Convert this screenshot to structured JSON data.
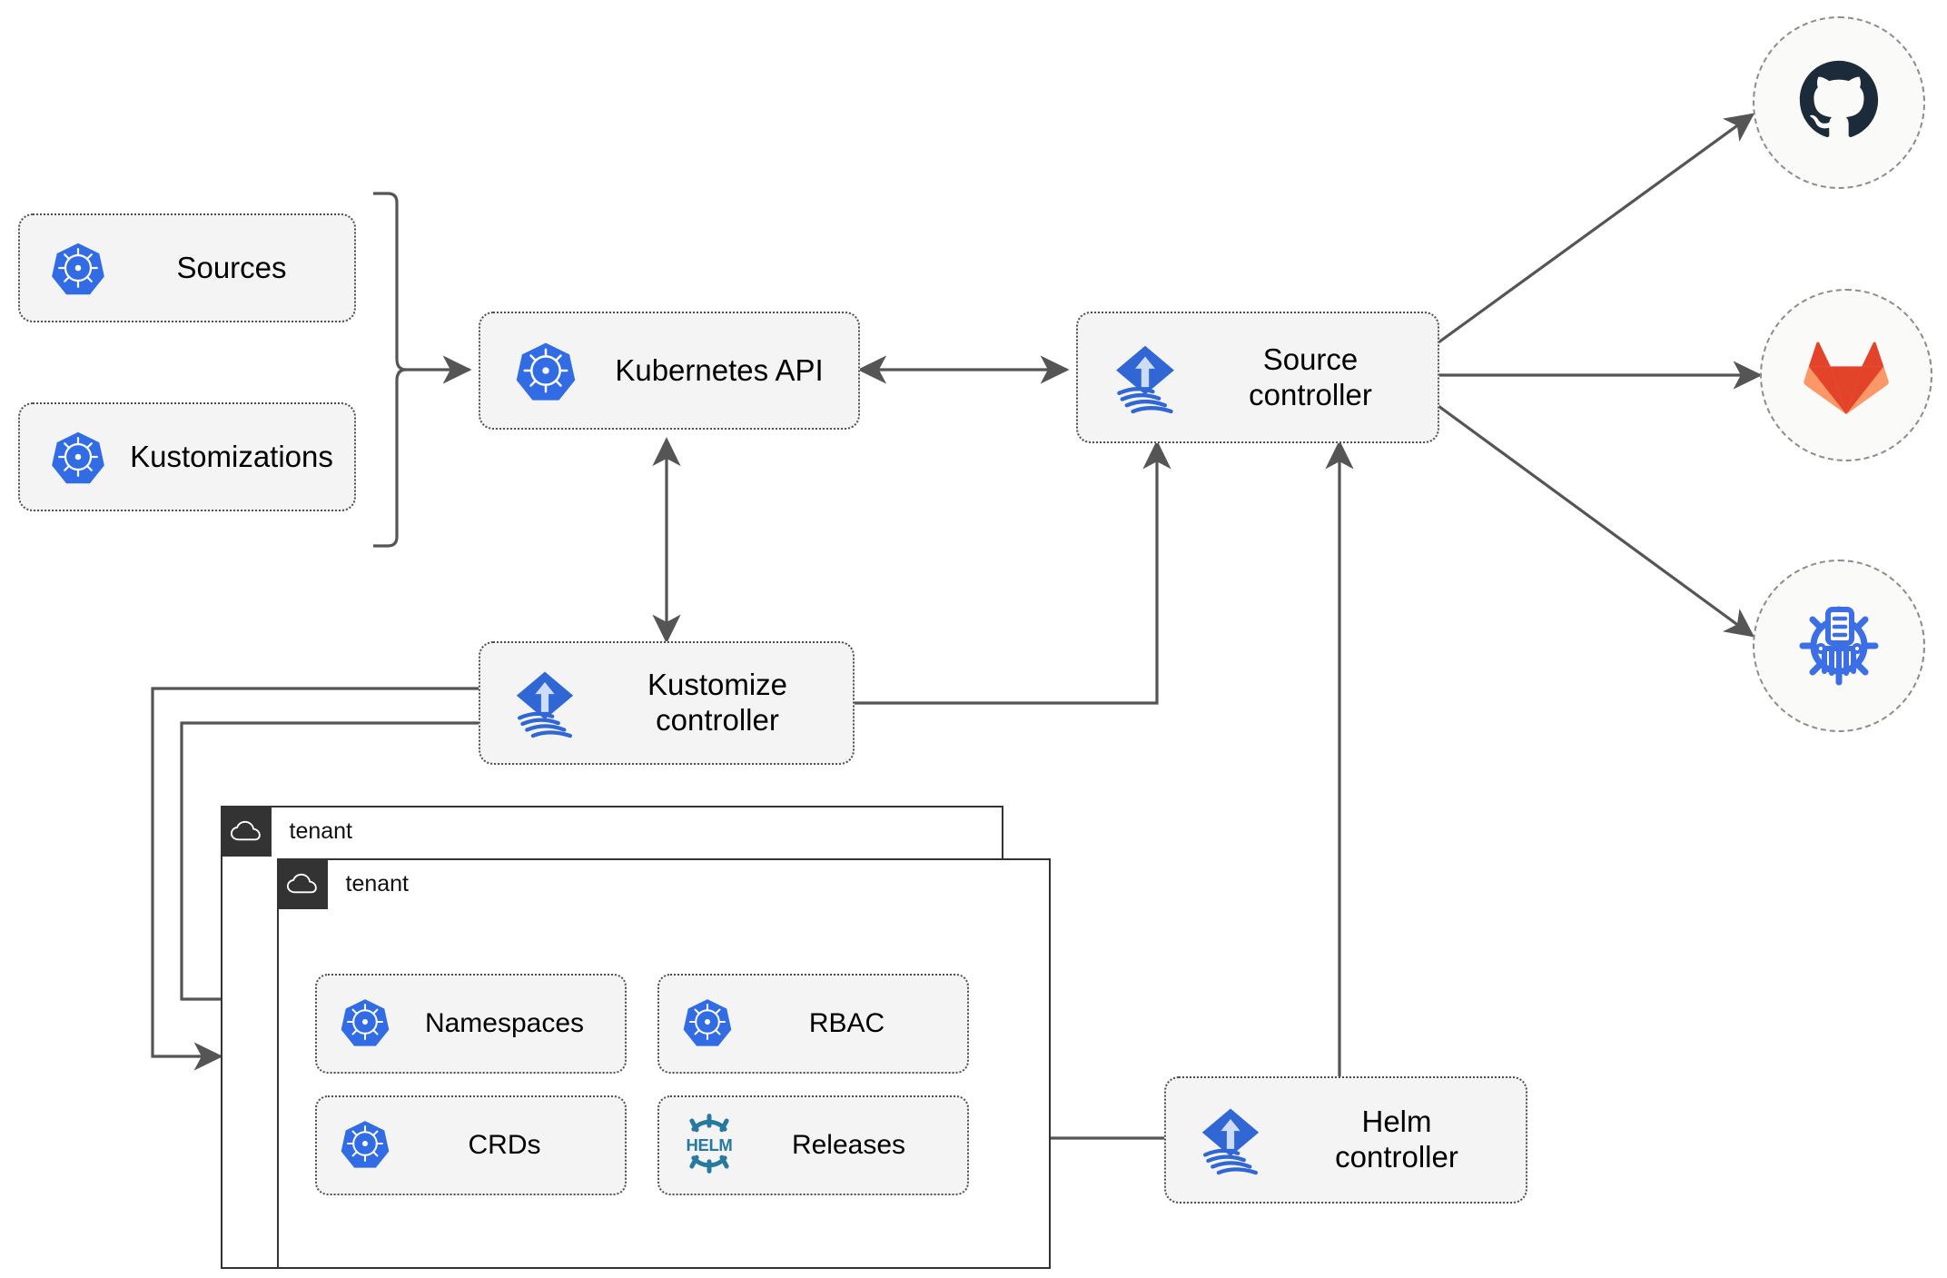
{
  "diagram": {
    "title": "Flux GitOps multi-tenancy architecture",
    "colors": {
      "kubernetes_blue": "#326CE5",
      "flux_blue": "#3067d4",
      "helm_teal": "#277A9F",
      "github_dark": "#1B2B3A",
      "gitlab_orange": "#E24329",
      "gitlab_light_orange": "#FC9867",
      "helm_repo_blue": "#3C6EE6",
      "edge_gray": "#555555",
      "card_bg": "#f4f4f4",
      "card_border": "#4d4d4d",
      "tenant_header_bg": "#333333"
    }
  },
  "inputs": [
    {
      "label": "Sources",
      "icon": "kubernetes-icon"
    },
    {
      "label": "Kustomizations",
      "icon": "kubernetes-icon"
    }
  ],
  "nodes": {
    "kubernetes_api": {
      "label": "Kubernetes API",
      "icon": "kubernetes-icon"
    },
    "source_controller": {
      "label": "Source\ncontroller",
      "icon": "flux-icon"
    },
    "kustomize_controller": {
      "label": "Kustomize\ncontroller",
      "icon": "flux-icon"
    },
    "helm_controller": {
      "label": "Helm\ncontroller",
      "icon": "flux-icon"
    }
  },
  "endpoints": [
    {
      "name": "github",
      "icon": "github-icon"
    },
    {
      "name": "gitlab",
      "icon": "gitlab-icon"
    },
    {
      "name": "helm-repository",
      "icon": "helm-repository-icon"
    }
  ],
  "tenants": [
    {
      "label": "tenant",
      "icon": "cloud-icon"
    },
    {
      "label": "tenant",
      "icon": "cloud-icon",
      "resources": [
        {
          "label": "Namespaces",
          "icon": "kubernetes-icon"
        },
        {
          "label": "RBAC",
          "icon": "kubernetes-icon"
        },
        {
          "label": "CRDs",
          "icon": "kubernetes-icon"
        },
        {
          "label": "Releases",
          "icon": "helm-icon"
        }
      ]
    }
  ]
}
